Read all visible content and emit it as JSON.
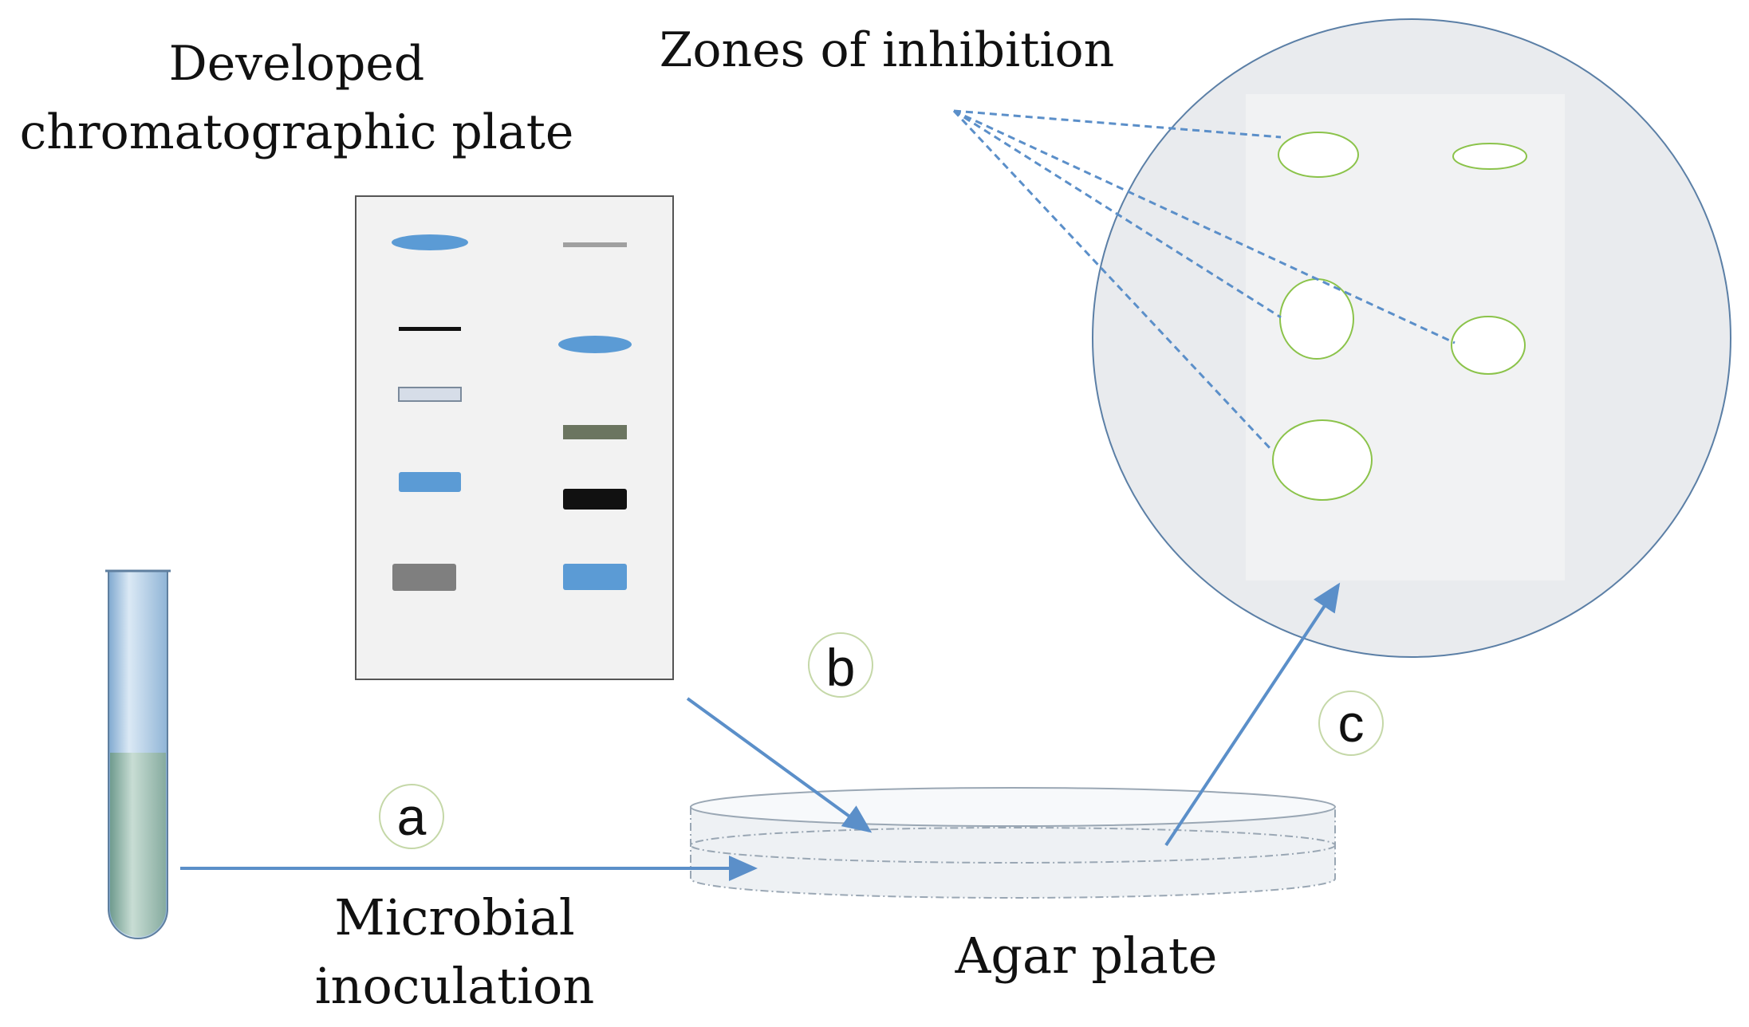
{
  "labels": {
    "plate_title_line1": "Developed",
    "plate_title_line2": "chromatographic plate",
    "zones_title": "Zones of inhibition",
    "step_a": "a",
    "step_b": "b",
    "step_c": "c",
    "inoculation_line1": "Microbial",
    "inoculation_line2": "inoculation",
    "agar_plate": "Agar plate"
  },
  "colors": {
    "arrow": "#5b8fc9",
    "dashed_pointer": "#5b8fc9",
    "zone_outline": "#8bc34a",
    "zoom_circle_fill": "#e9ebee",
    "zoom_circle_stroke": "#5b7fa6",
    "plate_fill": "#f2f2f2",
    "band_blue": "#5b9bd5",
    "band_black": "#111111",
    "band_gray": "#7f7f7f",
    "band_olive": "#6b7560",
    "band_pale": "#d6dde8",
    "tube_liquid": "#7fa79a",
    "tube_glass": "#a9c9e4"
  },
  "icons": {
    "test_tube": "test-tube-icon",
    "petri_dish": "petri-dish-icon",
    "tlc_plate": "chromatographic-plate-icon"
  }
}
